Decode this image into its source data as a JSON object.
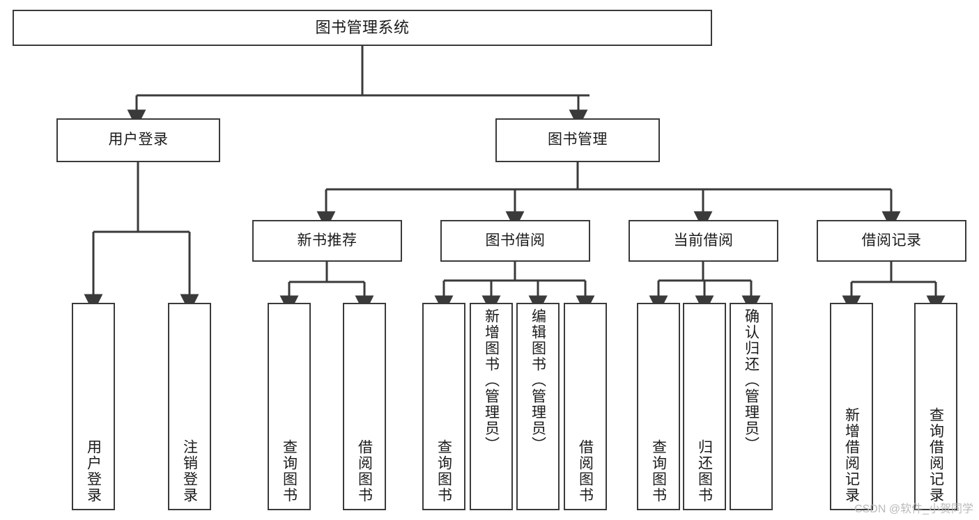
{
  "diagram": {
    "title": "图书管理系统",
    "type": "tree",
    "watermark": "CSDN @软件_小贺同学",
    "colors": {
      "box_border": "#3a3a3a",
      "box_fill": "#ffffff",
      "edge": "#3a3a3a",
      "text": "#1a1a1a",
      "watermark": "#b9b9b9",
      "background": "#ffffff"
    },
    "levels": {
      "root": {
        "label": "图书管理系统"
      },
      "level2": [
        {
          "id": "user-login",
          "label": "用户登录"
        },
        {
          "id": "book-manage",
          "label": "图书管理"
        }
      ],
      "level3": [
        {
          "id": "new-book-recommend",
          "label": "新书推荐"
        },
        {
          "id": "book-borrow",
          "label": "图书借阅"
        },
        {
          "id": "current-borrow",
          "label": "当前借阅"
        },
        {
          "id": "borrow-record",
          "label": "借阅记录"
        }
      ],
      "leaves": {
        "user-login": [
          {
            "id": "leaf-user-login",
            "label": "用户登录"
          },
          {
            "id": "leaf-logout-login",
            "label": "注销登录"
          }
        ],
        "new-book-recommend": [
          {
            "id": "leaf-query-book-1",
            "label": "查询图书"
          },
          {
            "id": "leaf-borrow-book-1",
            "label": "借阅图书"
          }
        ],
        "book-borrow": [
          {
            "id": "leaf-query-book-2",
            "label": "查询图书"
          },
          {
            "id": "leaf-add-book",
            "label": "新增图书（管理员）"
          },
          {
            "id": "leaf-edit-book",
            "label": "编辑图书（管理员）"
          },
          {
            "id": "leaf-borrow-book-2",
            "label": "借阅图书"
          }
        ],
        "current-borrow": [
          {
            "id": "leaf-query-book-3",
            "label": "查询图书"
          },
          {
            "id": "leaf-return-book",
            "label": "归还图书"
          },
          {
            "id": "leaf-confirm-return",
            "label": "确认归还（管理员）"
          }
        ],
        "borrow-record": [
          {
            "id": "leaf-add-record",
            "label": "新增借阅记录"
          },
          {
            "id": "leaf-query-record",
            "label": "查询借阅记录"
          }
        ]
      }
    }
  }
}
